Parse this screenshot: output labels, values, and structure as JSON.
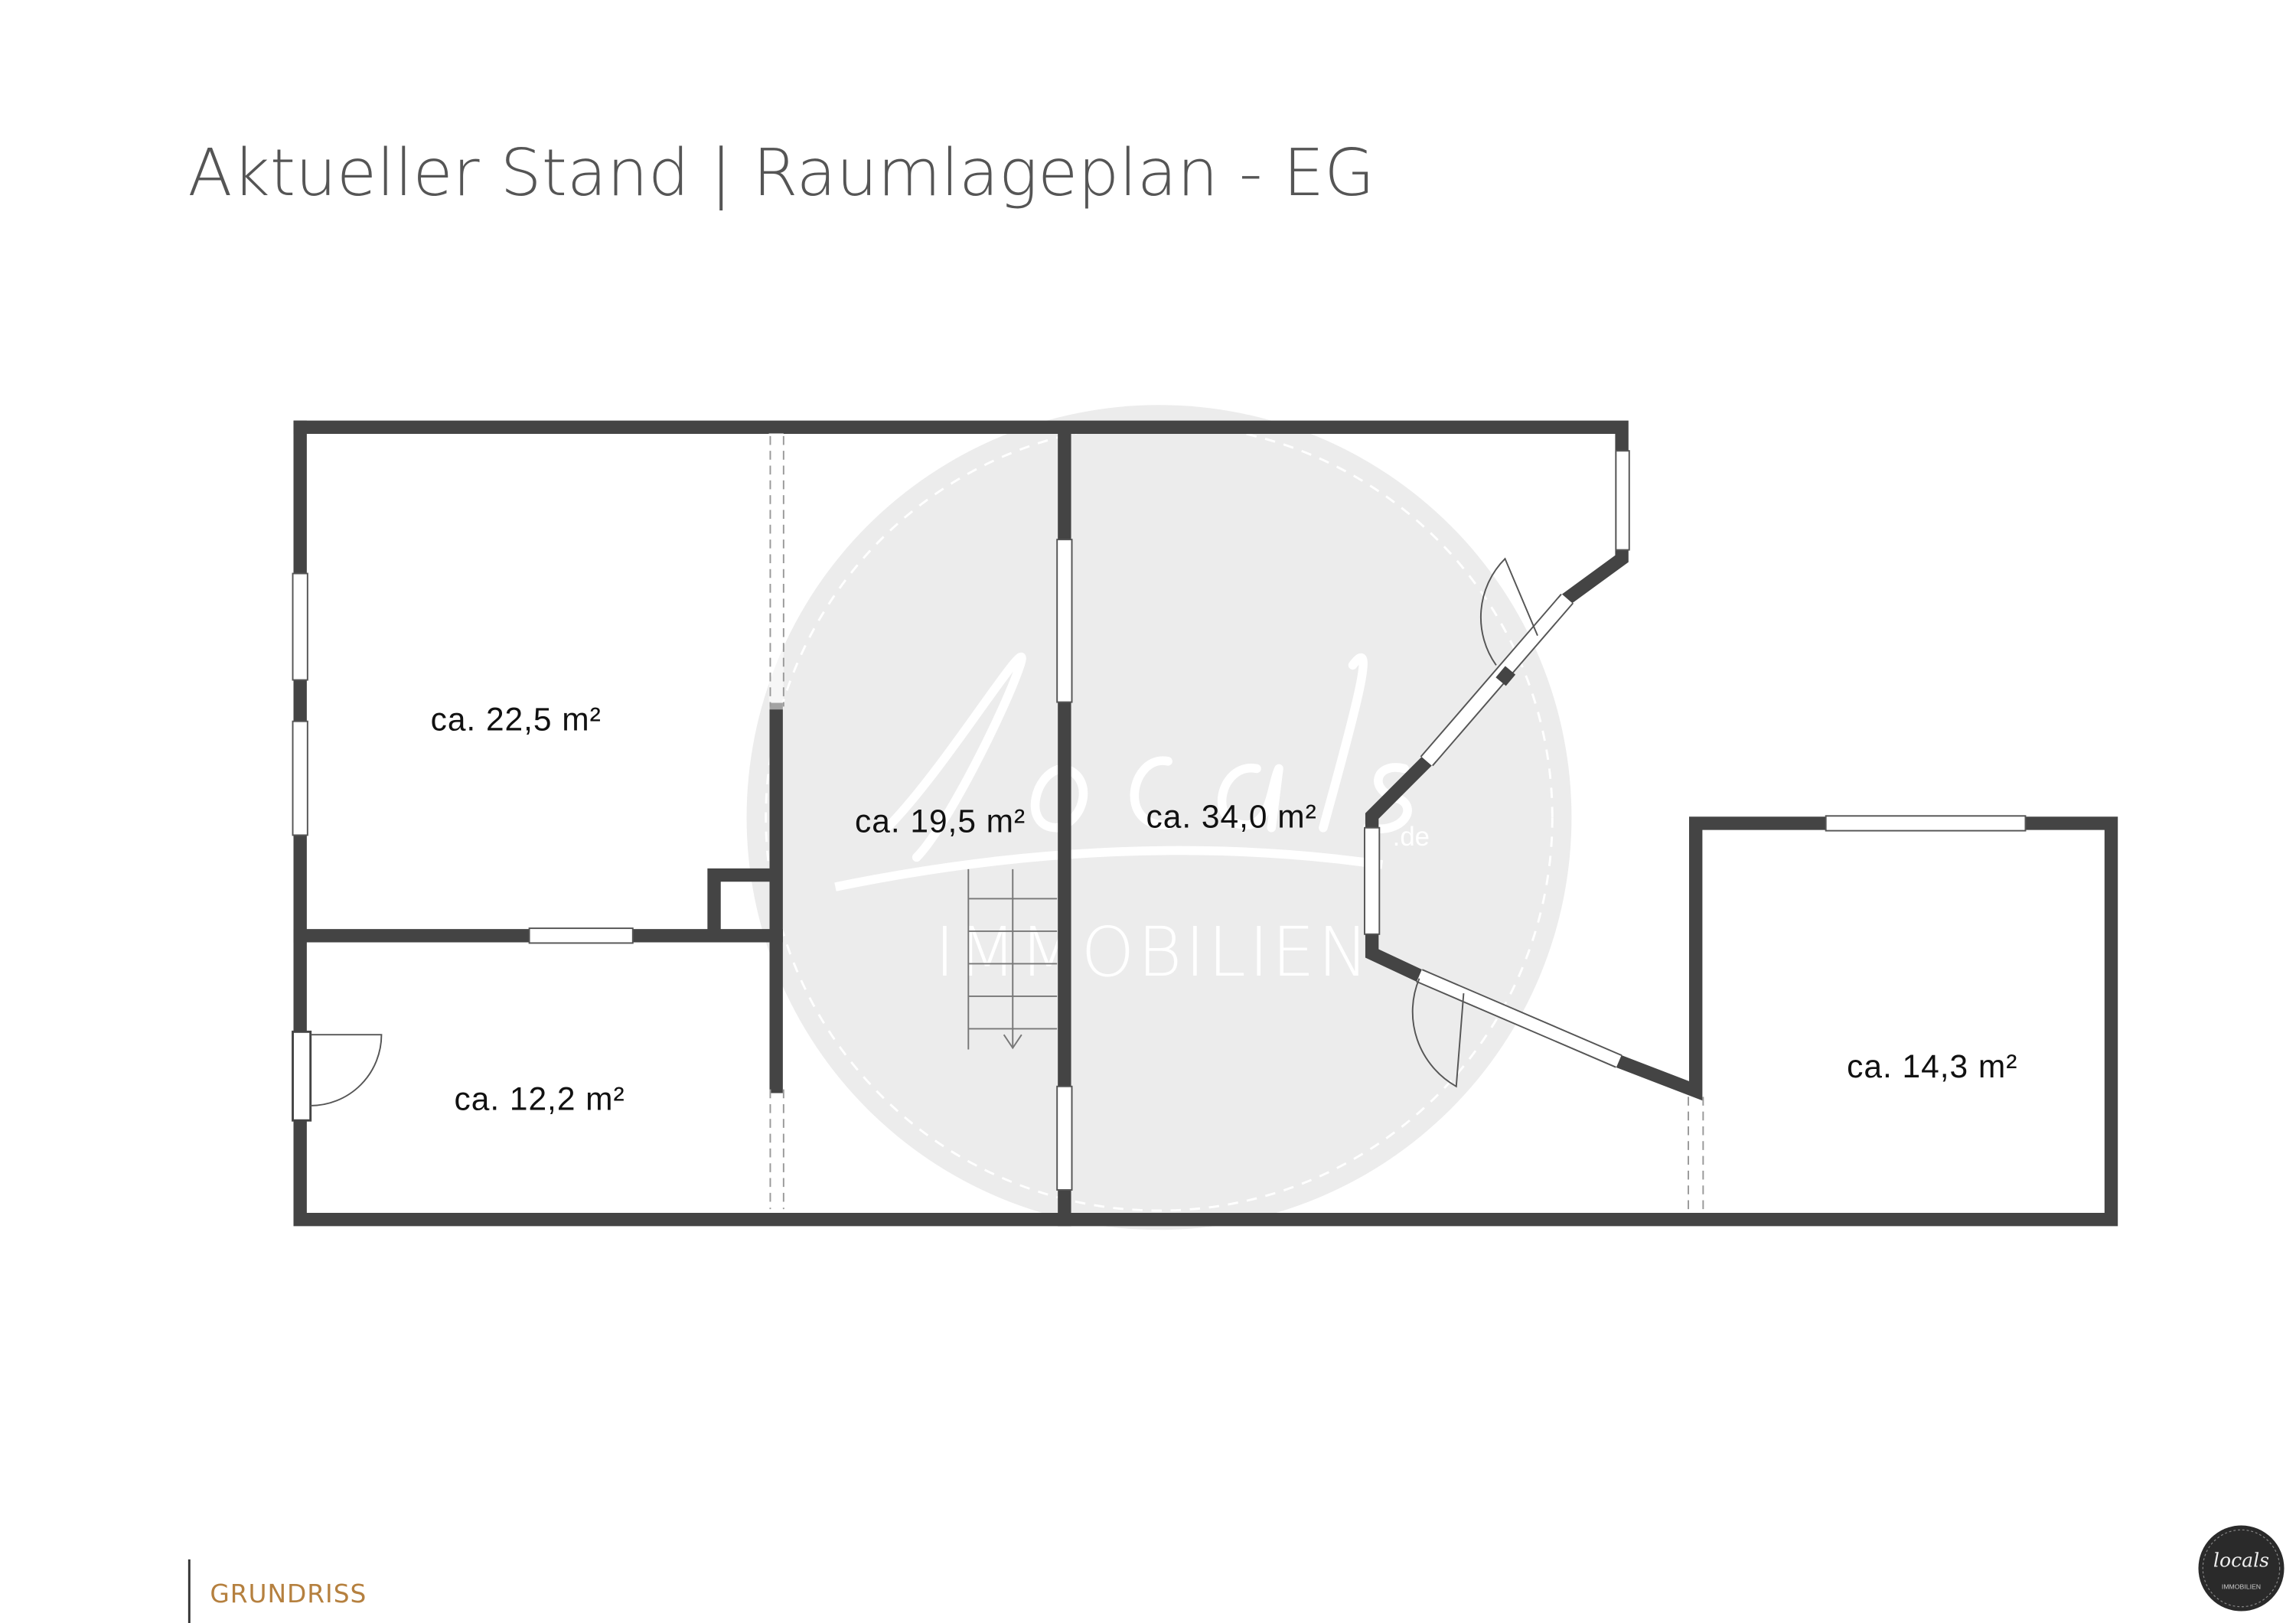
{
  "header": {
    "title": "Aktueller Stand | Raumlageplan - EG"
  },
  "floorplan": {
    "rooms": [
      {
        "label": "ca. 22,5 m²"
      },
      {
        "label": "ca. 19,5 m²"
      },
      {
        "label": "ca. 34,0 m²"
      },
      {
        "label": "ca. 12,2 m²"
      },
      {
        "label": "ca. 14,3 m²"
      }
    ],
    "watermark": {
      "brand": "locals",
      "suffix": ".de",
      "subtitle": "IMMOBILIEN"
    }
  },
  "footer": {
    "section": "GRUNDRISS",
    "section_color": "#b5803f",
    "logo_brand": "locals",
    "logo_subtitle": "IMMOBILIEN"
  },
  "colors": {
    "wall": "#444444",
    "watermark": "#ececec",
    "title": "#555555"
  }
}
